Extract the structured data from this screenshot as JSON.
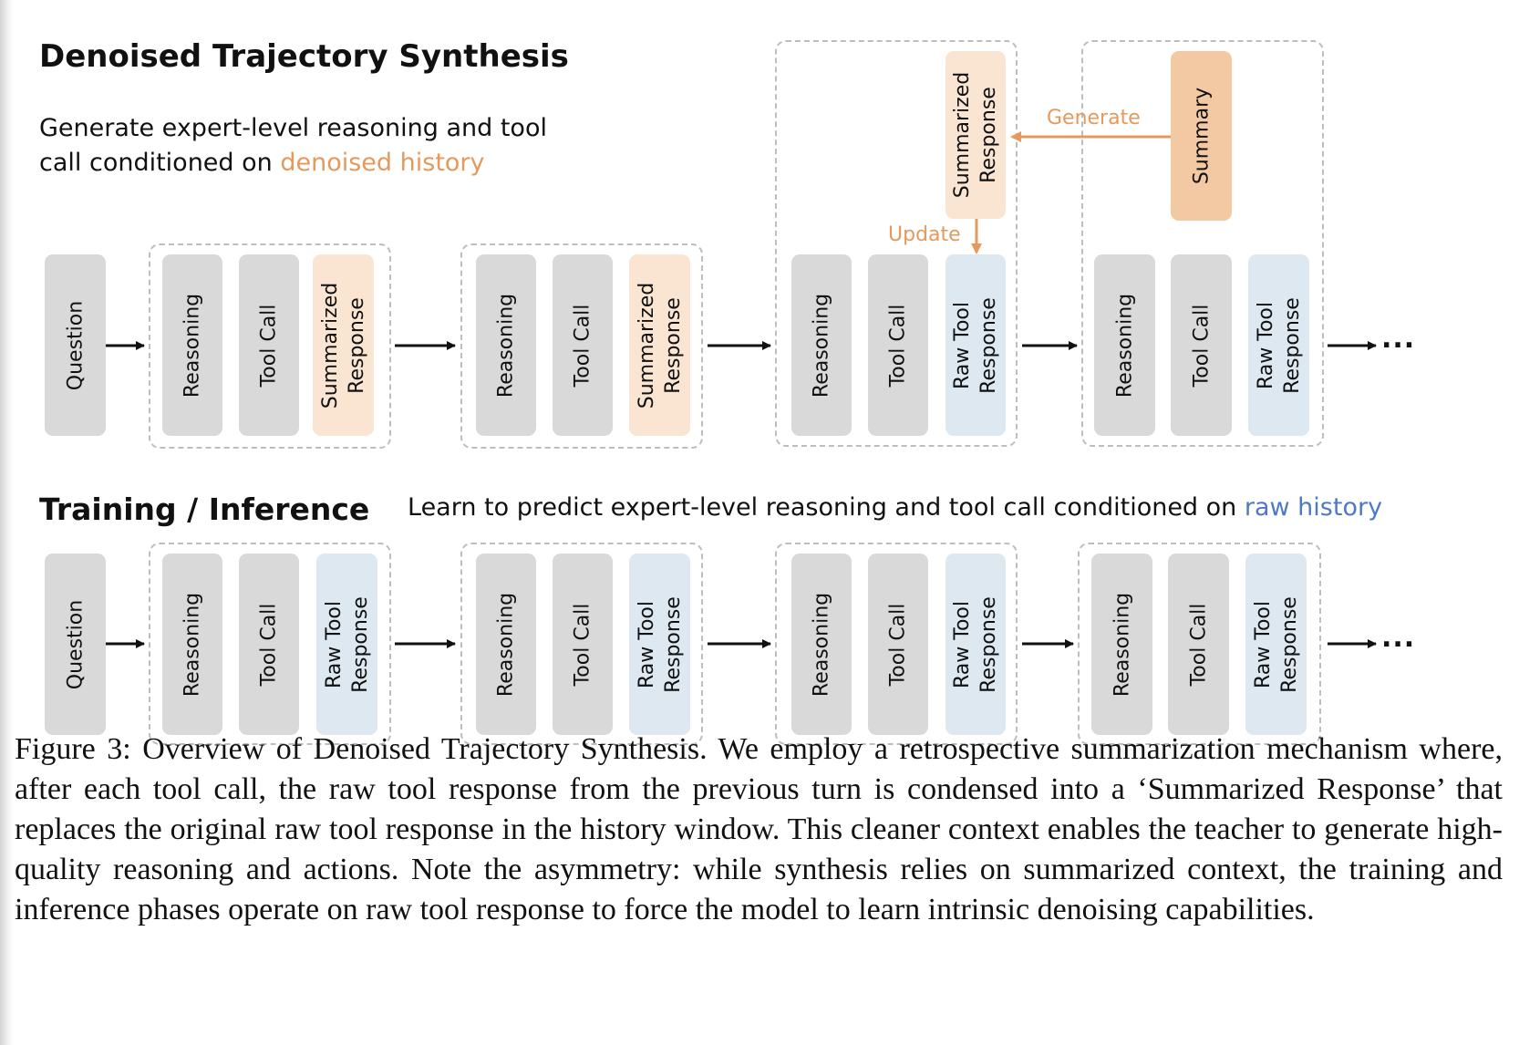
{
  "synthesis": {
    "title": "Denoised Trajectory Synthesis",
    "subtitle_line1": "Generate expert-level reasoning and tool",
    "subtitle_line2_pre": "call conditioned on ",
    "subtitle_highlight": "denoised history",
    "question": "Question",
    "reasoning": "Reasoning",
    "tool_call": "Tool Call",
    "summarized_line1": "Summarized",
    "summarized_line2": "Response",
    "raw_line1": "Raw Tool",
    "raw_line2": "Response",
    "summary": "Summary",
    "generate": "Generate",
    "update": "Update",
    "ellipsis": "..."
  },
  "training": {
    "title": "Training / Inference",
    "subtitle_pre": "Learn to predict expert-level reasoning and tool call conditioned on ",
    "subtitle_highlight": "raw history",
    "question": "Question",
    "reasoning": "Reasoning",
    "tool_call": "Tool Call",
    "raw_line1": "Raw Tool",
    "raw_line2": "Response",
    "ellipsis": "..."
  },
  "caption": "Figure 3: Overview of Denoised Trajectory Synthesis. We employ a retrospective summarization mechanism where, after each tool call, the raw tool response from the previous turn is condensed into a ‘Summarized Response’ that replaces the original raw tool response in the history window. This cleaner context enables the teacher to generate high-quality reasoning and actions. Note the asymmetry: while synthesis relies on summarized context, the training and inference phases operate on raw tool response to force the model to learn intrinsic denoising capabilities.",
  "colors": {
    "gray_box": "#d9d9d9",
    "summarized_box": "#fae5d3",
    "raw_box": "#dde8f0",
    "summary_box": "#f3c9a3",
    "accent_orange": "#e6995c",
    "accent_blue": "#4f79c7"
  }
}
